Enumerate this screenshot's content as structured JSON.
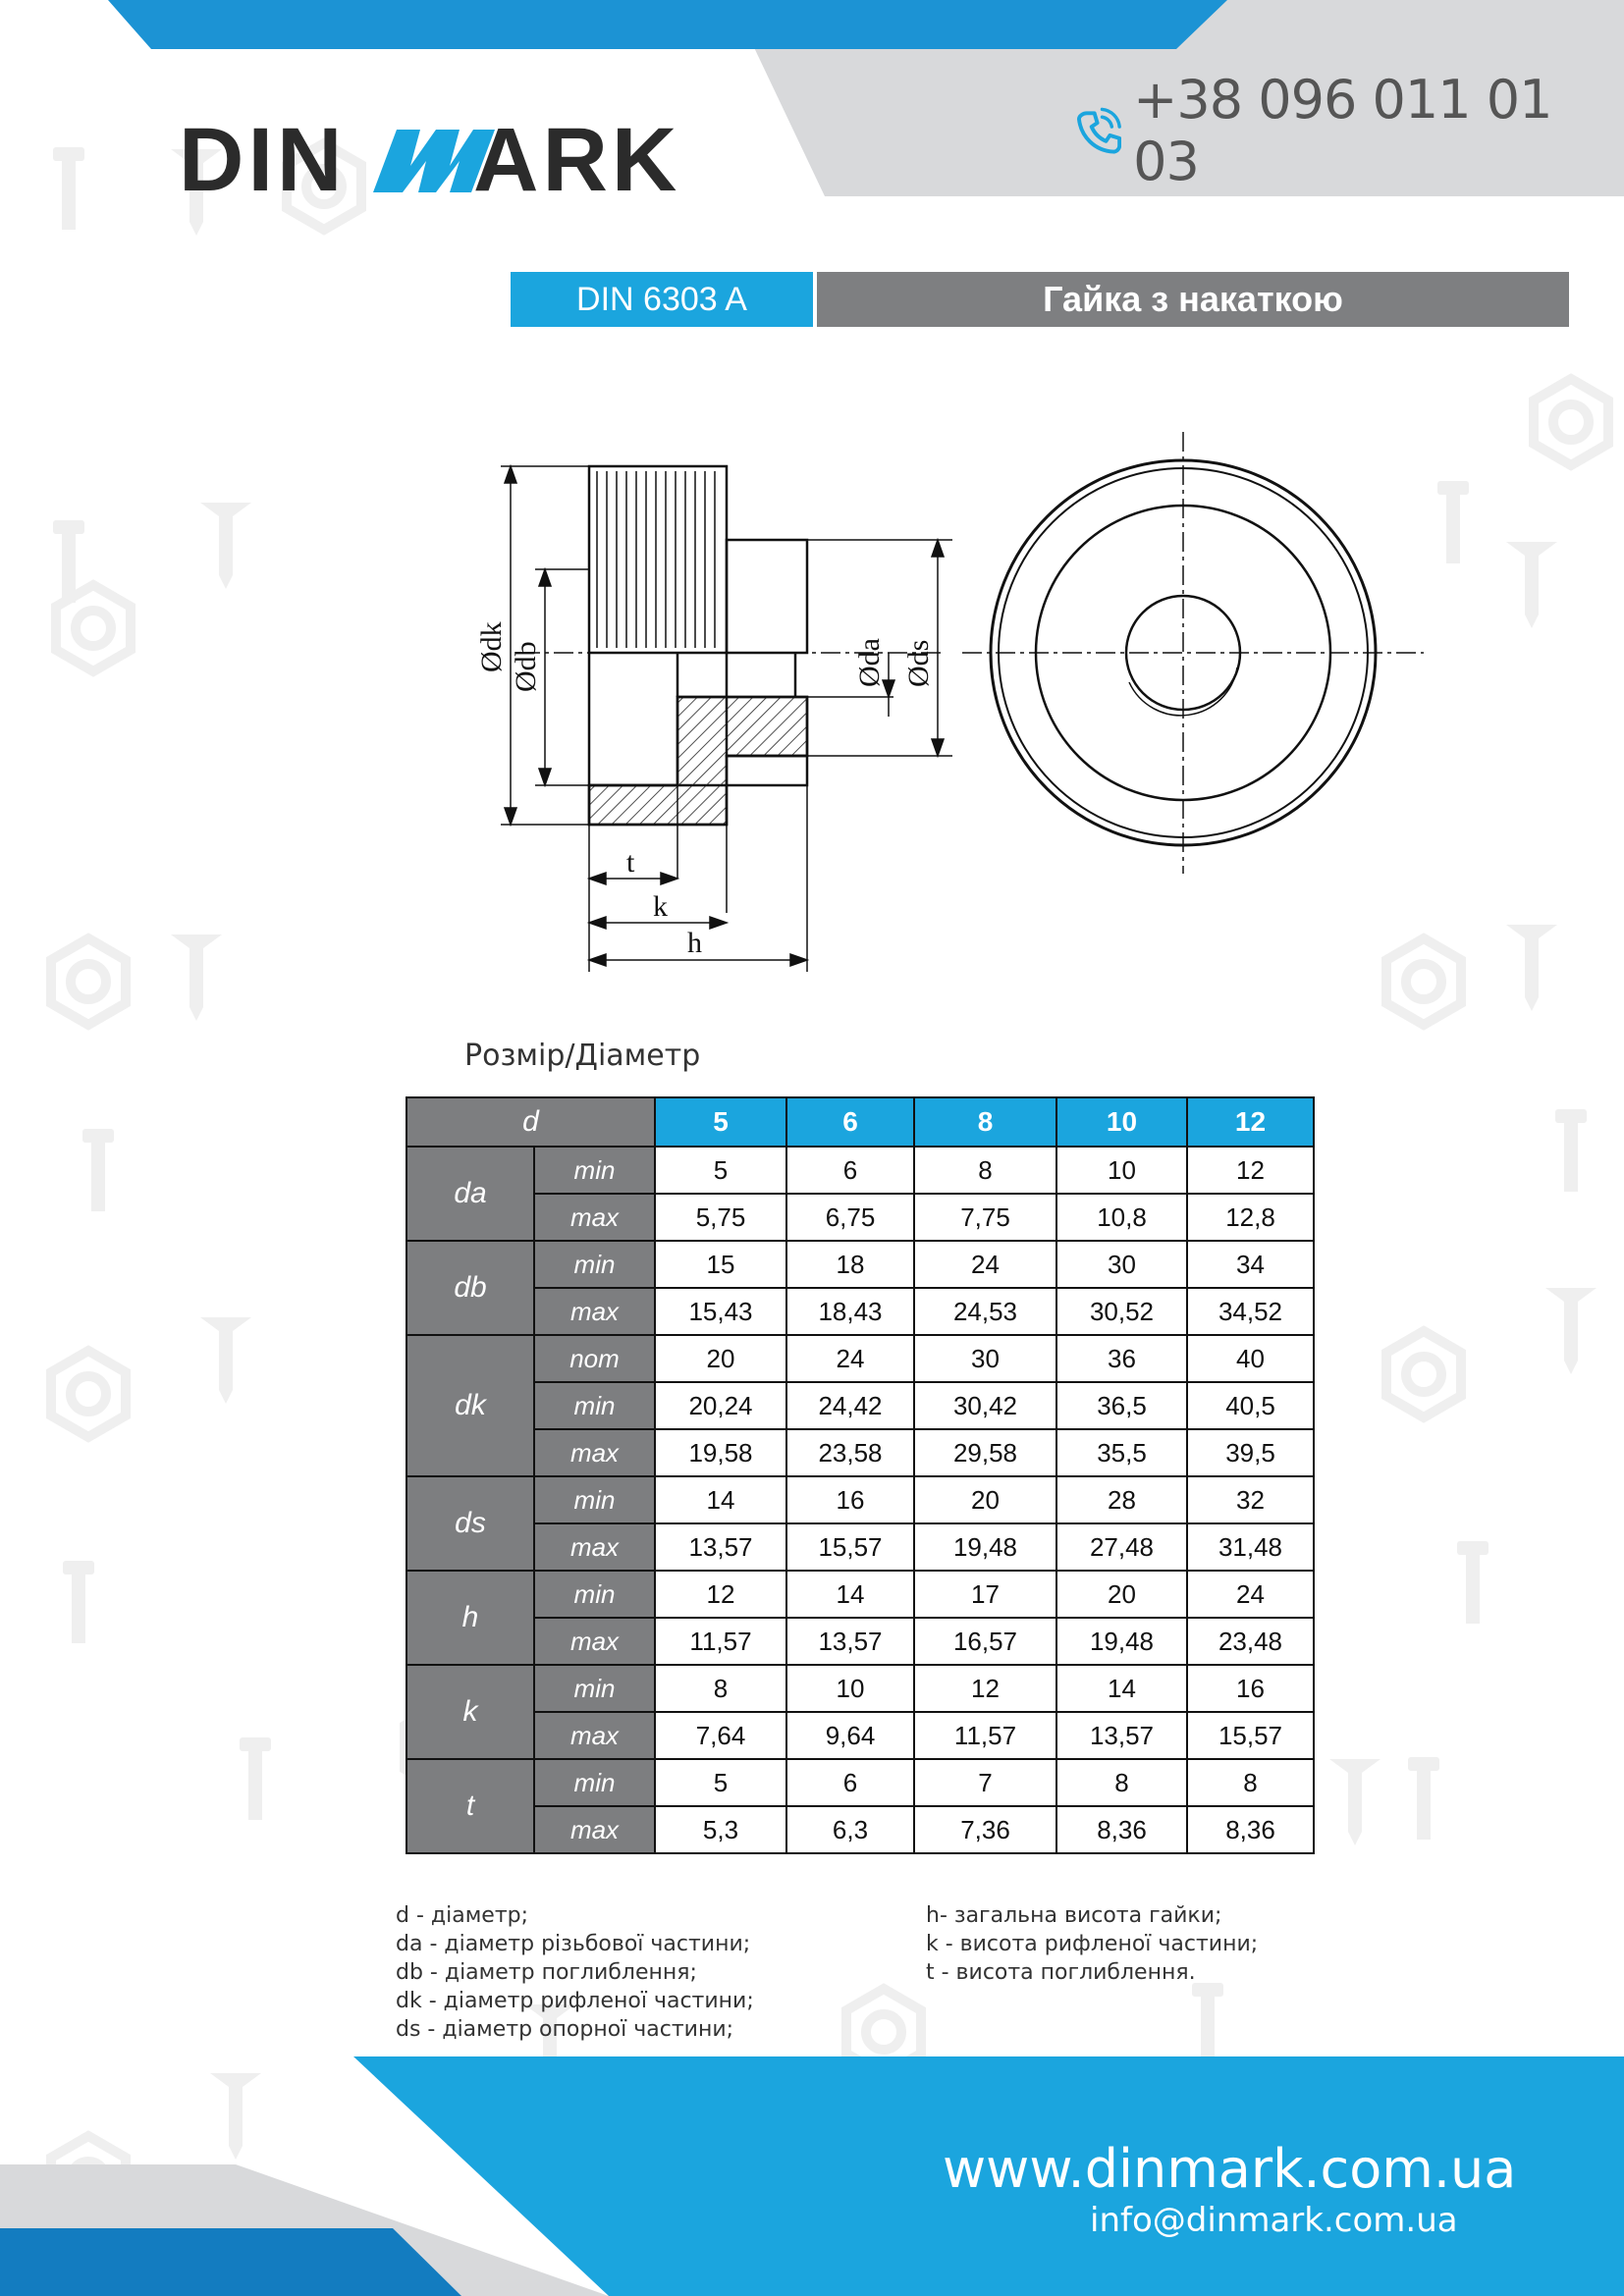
{
  "brand": {
    "logo_text": "DINMARK",
    "phone": "+38 096 011 01 03",
    "website": "www.dinmark.com.ua",
    "email": "info@dinmark.com.ua",
    "colors": {
      "blue": "#1ba5de",
      "dark_blue": "#137cc0",
      "grey": "#7d7e80",
      "light_grey": "#d8d9db",
      "logo_dark": "#2b2b2b"
    }
  },
  "title": {
    "code": "DIN 6303 A",
    "name": "Гайка з накаткою"
  },
  "drawing": {
    "labels": {
      "dk": "Ødk",
      "db": "Ødb",
      "da": "Øda",
      "ds": "Øds",
      "t": "t",
      "k": "k",
      "h": "h"
    }
  },
  "size_label": "Розмір/Діаметр",
  "table": {
    "d_header": "d",
    "sizes": [
      "5",
      "6",
      "8",
      "10",
      "12"
    ],
    "groups": [
      {
        "param": "da",
        "rows": [
          {
            "limit": "min",
            "values": [
              "5",
              "6",
              "8",
              "10",
              "12"
            ]
          },
          {
            "limit": "max",
            "values": [
              "5,75",
              "6,75",
              "7,75",
              "10,8",
              "12,8"
            ]
          }
        ]
      },
      {
        "param": "db",
        "rows": [
          {
            "limit": "min",
            "values": [
              "15",
              "18",
              "24",
              "30",
              "34"
            ]
          },
          {
            "limit": "max",
            "values": [
              "15,43",
              "18,43",
              "24,53",
              "30,52",
              "34,52"
            ]
          }
        ]
      },
      {
        "param": "dk",
        "rows": [
          {
            "limit": "nom",
            "values": [
              "20",
              "24",
              "30",
              "36",
              "40"
            ]
          },
          {
            "limit": "min",
            "values": [
              "20,24",
              "24,42",
              "30,42",
              "36,5",
              "40,5"
            ]
          },
          {
            "limit": "max",
            "values": [
              "19,58",
              "23,58",
              "29,58",
              "35,5",
              "39,5"
            ]
          }
        ]
      },
      {
        "param": "ds",
        "rows": [
          {
            "limit": "min",
            "values": [
              "14",
              "16",
              "20",
              "28",
              "32"
            ]
          },
          {
            "limit": "max",
            "values": [
              "13,57",
              "15,57",
              "19,48",
              "27,48",
              "31,48"
            ]
          }
        ]
      },
      {
        "param": "h",
        "rows": [
          {
            "limit": "min",
            "values": [
              "12",
              "14",
              "17",
              "20",
              "24"
            ]
          },
          {
            "limit": "max",
            "values": [
              "11,57",
              "13,57",
              "16,57",
              "19,48",
              "23,48"
            ]
          }
        ]
      },
      {
        "param": "k",
        "rows": [
          {
            "limit": "min",
            "values": [
              "8",
              "10",
              "12",
              "14",
              "16"
            ]
          },
          {
            "limit": "max",
            "values": [
              "7,64",
              "9,64",
              "11,57",
              "13,57",
              "15,57"
            ]
          }
        ]
      },
      {
        "param": "t",
        "rows": [
          {
            "limit": "min",
            "values": [
              "5",
              "6",
              "7",
              "8",
              "8"
            ]
          },
          {
            "limit": "max",
            "values": [
              "5,3",
              "6,3",
              "7,36",
              "8,36",
              "8,36"
            ]
          }
        ]
      }
    ]
  },
  "legend": {
    "left": [
      " d - діаметр;",
      "da - діаметр різьбової частини;",
      "db - діаметр поглиблення;",
      "dk - діаметр рифленої частини;",
      "ds - діаметр опорної частини;"
    ],
    "right": [
      "h- загальна висота гайки;",
      "k - висота рифленої частини;",
      "t - висота поглиблення."
    ]
  }
}
